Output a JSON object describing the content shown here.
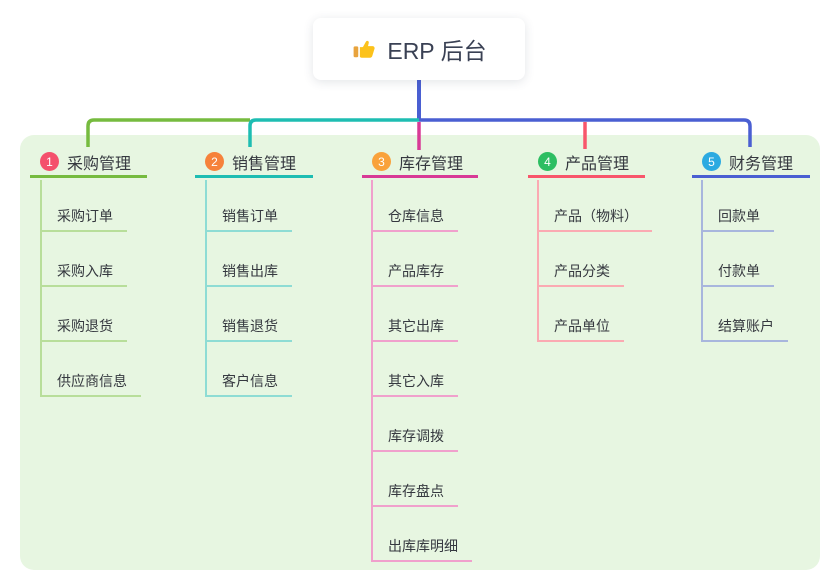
{
  "root": {
    "title": "ERP 后台",
    "icon": "thumbs-up-icon"
  },
  "colors": {
    "panel_bg": "#e7f6e1",
    "root_line": "#4a5fd2",
    "text": "#35383f"
  },
  "branches": [
    {
      "badge": "1",
      "badge_color": "#f4516c",
      "color": "#76bb3f",
      "light_color": "#b8de9a",
      "title": "采购管理",
      "items": [
        "采购订单",
        "采购入库",
        "采购退货",
        "供应商信息"
      ]
    },
    {
      "badge": "2",
      "badge_color": "#f6823b",
      "color": "#1ebdb2",
      "light_color": "#8edcd4",
      "title": "销售管理",
      "items": [
        "销售订单",
        "销售出库",
        "销售退货",
        "客户信息"
      ]
    },
    {
      "badge": "3",
      "badge_color": "#f9a23b",
      "color": "#d83a96",
      "light_color": "#f0a0cc",
      "title": "库存管理",
      "items": [
        "仓库信息",
        "产品库存",
        "其它出库",
        "其它入库",
        "库存调拨",
        "库存盘点",
        "出库库明细"
      ]
    },
    {
      "badge": "4",
      "badge_color": "#2dbe62",
      "color": "#f8566b",
      "light_color": "#fbaab2",
      "title": "产品管理",
      "items": [
        "产品（物料）",
        "产品分类",
        "产品单位"
      ]
    },
    {
      "badge": "5",
      "badge_color": "#2caae1",
      "color": "#4a5fd2",
      "light_color": "#a8b6dd",
      "title": "财务管理",
      "items": [
        "回款单",
        "付款单",
        "结算账户"
      ]
    }
  ]
}
